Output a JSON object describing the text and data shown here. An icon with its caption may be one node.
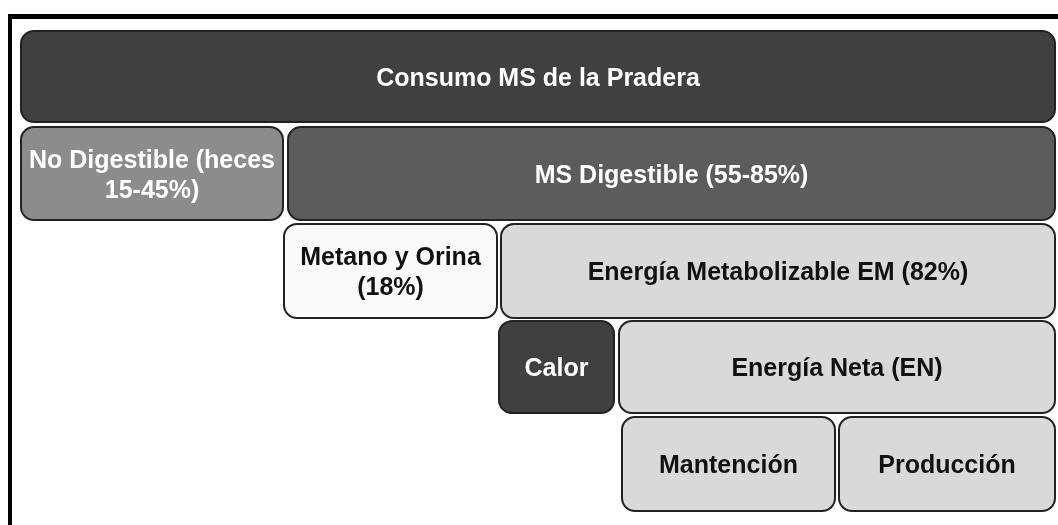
{
  "diagram": {
    "nodes": [
      {
        "text": [
          "Consumo MS de la Pradera"
        ]
      },
      {
        "text": [
          "No Digestible (heces 15-45%)"
        ]
      },
      {
        "text": [
          "MS Digestible (55-85%)"
        ]
      },
      {
        "text": [
          "Metano y Orina (18%)"
        ]
      },
      {
        "text": [
          "Energía Metabolizable EM (82%)"
        ]
      },
      {
        "text": [
          "Calor"
        ]
      },
      {
        "text": [
          "Energía Neta (EN)"
        ]
      },
      {
        "text": [
          "Mantención"
        ]
      },
      {
        "text": [
          "Producción"
        ]
      }
    ]
  }
}
